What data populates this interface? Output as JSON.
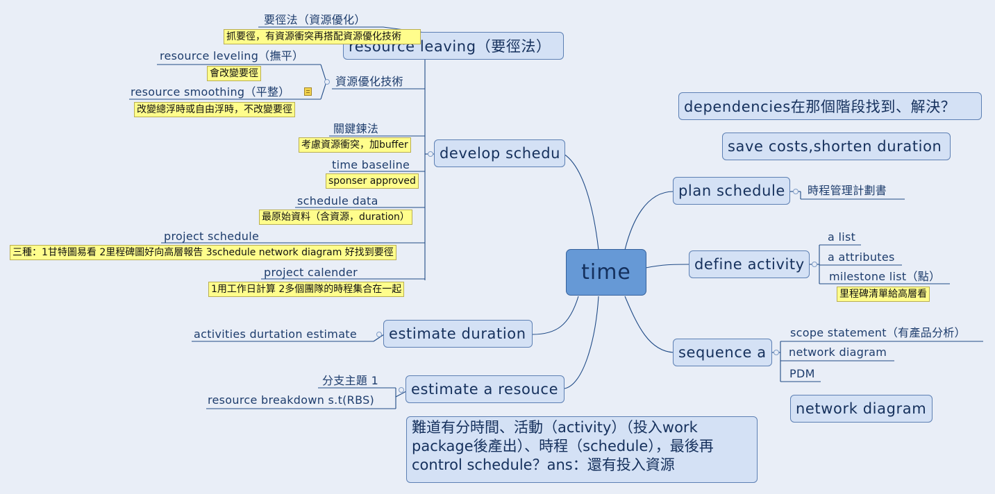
{
  "root": "time",
  "branches": {
    "resource_leaving": "resource leaving（要徑法）",
    "develop": "develop schedu",
    "duration": "estimate duration",
    "resource": "estimate a resouce",
    "plan": "plan schedule",
    "define": "define activity",
    "sequence": "sequence a"
  },
  "floating": {
    "dependencies": "dependencies在那個階段找到、解決？",
    "save_costs": "save costs,shorten duration",
    "network": "network diagram",
    "question": "難道有分時間、活動（activity）（投入work package後產出）、時程（schedule），最後再control schedule？ans：還有投入資源"
  },
  "develop_items": {
    "critical_path": "要徑法（資源優化）",
    "critical_path_note": "抓要徑，有資源衝突再搭配資源優化技術",
    "optimization": "資源優化技術",
    "leveling": "resource leveling（撫平）",
    "leveling_note": "會改變要徑",
    "smoothing": "resource smoothing（平整）",
    "smoothing_note": "改變總浮時或自由浮時，不改變要徑",
    "critical_chain": "關鍵鍊法",
    "critical_chain_note": "考慮資源衝突，加buffer",
    "baseline": "time baseline",
    "baseline_note": "sponser approved",
    "schedule_data": "schedule data",
    "schedule_data_note": "最原始資料（含資源，duration）",
    "project_schedule": "project schedule",
    "project_schedule_note": "三種：1甘特圖易看 2里程碑圖好向高層報告 3schedule network diagram 好找到要徑",
    "calender": "project calender",
    "calender_note": "1用工作日計算 2多個團隊的時程集合在一起"
  },
  "duration_items": {
    "estimate": "activities durtation estimate"
  },
  "resource_items": {
    "topic": "分支主題 1",
    "rbs": "resource breakdown s.t(RBS)"
  },
  "plan_items": {
    "doc": "時程管理計劃書"
  },
  "define_items": {
    "list": "a list",
    "attributes": "a attributes",
    "milestone": "milestone list（點）",
    "milestone_note": "里程碑清單給高層看"
  },
  "sequence_items": {
    "scope": "scope statement（有產品分析）",
    "network": "network diagram",
    "pdm": "PDM"
  },
  "colors": {
    "background": "#e9eef7",
    "node_fill": "#d4e1f5",
    "root_fill": "#6699d6",
    "line": "#1f4a86",
    "note_fill": "#fffd8c"
  }
}
